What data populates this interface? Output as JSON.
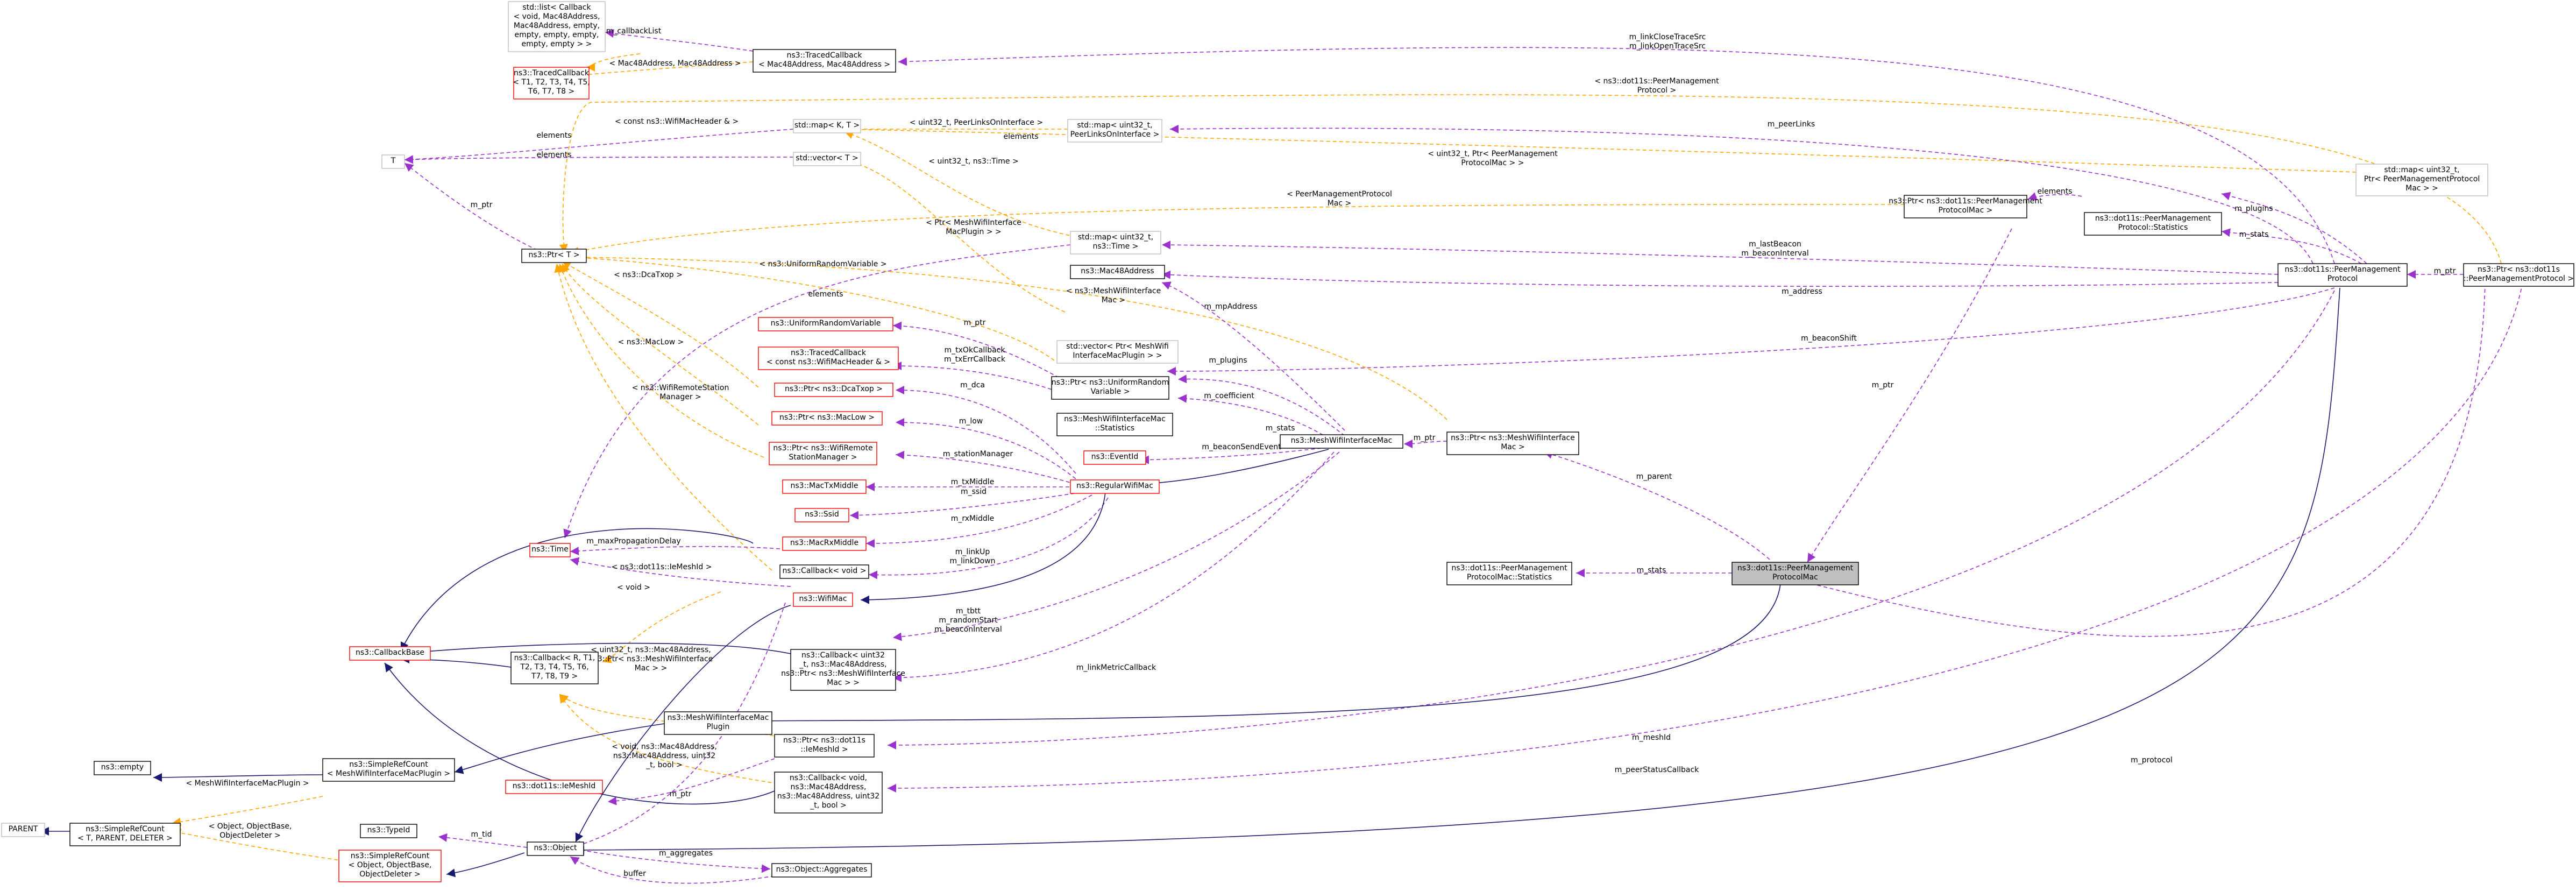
{
  "nodes": [
    {
      "id": "stdlist",
      "lines": [
        "std::list< Callback",
        "< void, Mac48Address,",
        "Mac48Address, empty,",
        "empty, empty, empty,",
        "empty, empty > >"
      ],
      "style": "gray"
    },
    {
      "id": "tracedcbNT",
      "lines": [
        "ns3::TracedCallback",
        "< T1, T2, T3, T4, T5,",
        "T6, T7, T8 >"
      ],
      "style": "red"
    },
    {
      "id": "tracedcbMac",
      "lines": [
        "ns3::TracedCallback",
        "< Mac48Address, Mac48Address >"
      ],
      "style": "black"
    },
    {
      "id": "T",
      "lines": [
        "T"
      ],
      "style": "gray"
    },
    {
      "id": "stdmapKT",
      "lines": [
        "std::map< K, T >"
      ],
      "style": "gray"
    },
    {
      "id": "stdvectorT",
      "lines": [
        "std::vector< T >"
      ],
      "style": "gray"
    },
    {
      "id": "stdmapPeerLinks",
      "lines": [
        "std::map< uint32_t,",
        "PeerLinksOnInterface >"
      ],
      "style": "gray"
    },
    {
      "id": "stdmapPeerMac",
      "lines": [
        "std::map< uint32_t,",
        "Ptr< PeerManagementProtocol",
        "Mac > >"
      ],
      "style": "gray"
    },
    {
      "id": "ptrPmpMac",
      "lines": [
        "ns3::Ptr< ns3::dot11s::PeerManagement",
        "ProtocolMac >"
      ],
      "style": "black"
    },
    {
      "id": "pmpStats",
      "lines": [
        "ns3::dot11s::PeerManagement",
        "Protocol::Statistics"
      ],
      "style": "black"
    },
    {
      "id": "ptrT",
      "lines": [
        "ns3::Ptr< T >"
      ],
      "style": "black"
    },
    {
      "id": "stdmapTime",
      "lines": [
        "std::map< uint32_t,",
        "ns3::Time >"
      ],
      "style": "gray"
    },
    {
      "id": "mac48",
      "lines": [
        "ns3::Mac48Address"
      ],
      "style": "black"
    },
    {
      "id": "pmp",
      "lines": [
        "ns3::dot11s::PeerManagement",
        "Protocol"
      ],
      "style": "black"
    },
    {
      "id": "ptrPmp",
      "lines": [
        "ns3::Ptr< ns3::dot11s",
        "::PeerManagementProtocol >"
      ],
      "style": "black"
    },
    {
      "id": "urv",
      "lines": [
        "ns3::UniformRandomVariable"
      ],
      "style": "red"
    },
    {
      "id": "tracedcbWifiHdr",
      "lines": [
        "ns3::TracedCallback",
        "< const ns3::WifiMacHeader & >"
      ],
      "style": "red"
    },
    {
      "id": "stdvectorPlugins",
      "lines": [
        "std::vector< Ptr< MeshWifi",
        "InterfaceMacPlugin > >"
      ],
      "style": "gray"
    },
    {
      "id": "ptrUrv",
      "lines": [
        "ns3::Ptr< ns3::UniformRandom",
        "Variable >"
      ],
      "style": "black"
    },
    {
      "id": "ptrDcaTxop",
      "lines": [
        "ns3::Ptr< ns3::DcaTxop >"
      ],
      "style": "red"
    },
    {
      "id": "mwimStats",
      "lines": [
        "ns3::MeshWifiInterfaceMac",
        "::Statistics"
      ],
      "style": "black"
    },
    {
      "id": "ptrMacLow",
      "lines": [
        "ns3::Ptr< ns3::MacLow >"
      ],
      "style": "red"
    },
    {
      "id": "eventId",
      "lines": [
        "ns3::EventId"
      ],
      "style": "red"
    },
    {
      "id": "mwim",
      "lines": [
        "ns3::MeshWifiInterfaceMac"
      ],
      "style": "black"
    },
    {
      "id": "ptrMwim",
      "lines": [
        "ns3::Ptr< ns3::MeshWifiInterface",
        "Mac >"
      ],
      "style": "black"
    },
    {
      "id": "ptrRemoteStation",
      "lines": [
        "ns3::Ptr< ns3::WifiRemote",
        "StationManager >"
      ],
      "style": "red"
    },
    {
      "id": "macTxMiddle",
      "lines": [
        "ns3::MacTxMiddle"
      ],
      "style": "red"
    },
    {
      "id": "regularWifiMac",
      "lines": [
        "ns3::RegularWifiMac"
      ],
      "style": "red"
    },
    {
      "id": "ssid",
      "lines": [
        "ns3::Ssid"
      ],
      "style": "red"
    },
    {
      "id": "macRxMiddle",
      "lines": [
        "ns3::MacRxMiddle"
      ],
      "style": "red"
    },
    {
      "id": "time",
      "lines": [
        "ns3::Time"
      ],
      "style": "red"
    },
    {
      "id": "callbackVoid",
      "lines": [
        "ns3::Callback< void >"
      ],
      "style": "black"
    },
    {
      "id": "pmpMacStats",
      "lines": [
        "ns3::dot11s::PeerManagement",
        "ProtocolMac::Statistics"
      ],
      "style": "black"
    },
    {
      "id": "pmpMac",
      "lines": [
        "ns3::dot11s::PeerManagement",
        "ProtocolMac"
      ],
      "style": "focus"
    },
    {
      "id": "wifiMac",
      "lines": [
        "ns3::WifiMac"
      ],
      "style": "red"
    },
    {
      "id": "callbackBase",
      "lines": [
        "ns3::CallbackBase"
      ],
      "style": "red"
    },
    {
      "id": "callbackRT",
      "lines": [
        "ns3::Callback< R, T1,",
        "T2, T3, T4, T5, T6,",
        "T7, T8, T9 >"
      ],
      "style": "black"
    },
    {
      "id": "callbackUint32",
      "lines": [
        "ns3::Callback< uint32",
        "_t, ns3::Mac48Address,",
        "ns3::Ptr< ns3::MeshWifiInterface",
        "Mac > >"
      ],
      "style": "black"
    },
    {
      "id": "mwimPlugin",
      "lines": [
        "ns3::MeshWifiInterfaceMac",
        "Plugin"
      ],
      "style": "black"
    },
    {
      "id": "ptrIeMeshId",
      "lines": [
        "ns3::Ptr< ns3::dot11s",
        "::IeMeshId >"
      ],
      "style": "black"
    },
    {
      "id": "empty",
      "lines": [
        "ns3::empty"
      ],
      "style": "black"
    },
    {
      "id": "srcPlugin",
      "lines": [
        "ns3::SimpleRefCount",
        "< MeshWifiInterfaceMacPlugin >"
      ],
      "style": "black"
    },
    {
      "id": "callbackVoidMac",
      "lines": [
        "ns3::Callback< void,",
        "ns3::Mac48Address,",
        "ns3::Mac48Address, uint32",
        "_t, bool >"
      ],
      "style": "black"
    },
    {
      "id": "ieMeshId",
      "lines": [
        "ns3::dot11s::IeMeshId"
      ],
      "style": "red"
    },
    {
      "id": "parent",
      "lines": [
        "PARENT"
      ],
      "style": "gray"
    },
    {
      "id": "srcGeneric",
      "lines": [
        "ns3::SimpleRefCount",
        "< T, PARENT, DELETER >"
      ],
      "style": "black"
    },
    {
      "id": "typeId",
      "lines": [
        "ns3::TypeId"
      ],
      "style": "black"
    },
    {
      "id": "object",
      "lines": [
        "ns3::Object"
      ],
      "style": "black"
    },
    {
      "id": "srcObject",
      "lines": [
        "ns3::SimpleRefCount",
        "< Object, ObjectBase,",
        "ObjectDeleter >"
      ],
      "style": "red"
    },
    {
      "id": "aggregates",
      "lines": [
        "ns3::Object::Aggregates"
      ],
      "style": "black"
    }
  ],
  "edge_labels": [
    "m_linkCloseTraceSrc",
    "m_linkOpenTraceSrc",
    "m_callbackList",
    "< Mac48Address, Mac48Address >",
    "< ns3::dot11s::PeerManagement",
    "Protocol >",
    "< const ns3::WifiMacHeader & >",
    "elements",
    "< uint32_t, PeerLinksOnInterface >",
    "elements",
    "m_peerLinks",
    "elements",
    "< uint32_t, Ptr< PeerManagement",
    "ProtocolMac > >",
    "< uint32_t, ns3::Time >",
    "m_ptr",
    "< PeerManagementProtocol",
    "Mac >",
    "elements",
    "m_plugins",
    "m_stats",
    "< Ptr< MeshWifiInterface",
    "MacPlugin > >",
    "< ns3::UniformRandomVariable >",
    "m_lastBeacon",
    "m_beaconInterval",
    "m_ptr",
    "< ns3::MeshWifiInterface",
    "Mac >",
    "m_address",
    "elements",
    "m_mpAddress",
    "m_beaconShift",
    "< ns3::DcaTxop >",
    "m_ptr",
    "m_txOkCallback",
    "m_txErrCallback",
    "m_plugins",
    "m_coefficient",
    "< ns3::MacLow >",
    "m_dca",
    "m_stats",
    "m_beaconSendEvent",
    "m_ptr",
    "m_ptr",
    "< ns3::WifiRemoteStation",
    "Manager >",
    "m_low",
    "m_stationManager",
    "m_txMiddle",
    "m_ssid",
    "m_rxMiddle",
    "m_parent",
    "m_maxPropagationDelay",
    "< ns3::dot11s::IeMeshId >",
    "m_linkUp",
    "m_linkDown",
    "m_stats",
    "< void >",
    "m_tbtt",
    "m_randomStart",
    "m_beaconInterval",
    "< uint32_t, ns3::Mac48Address,",
    "ns3::Ptr< ns3::MeshWifiInterface",
    "Mac > >",
    "m_linkMetricCallback",
    "m_meshId",
    "< void, ns3::Mac48Address,",
    "ns3::Mac48Address, uint32",
    "_t, bool >",
    "m_peerStatusCallback",
    "< MeshWifiInterfaceMacPlugin >",
    "m_ptr",
    "m_protocol",
    "< Object, ObjectBase,",
    "ObjectDeleter >",
    "m_tid",
    "m_aggregates",
    "buffer"
  ]
}
